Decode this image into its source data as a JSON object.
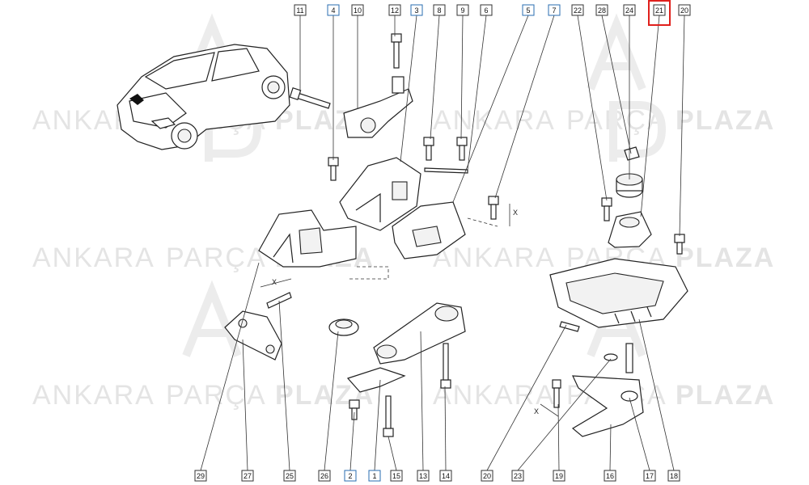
{
  "watermark": {
    "brand_regular": "ANKARA",
    "brand_light": "PARÇA",
    "brand_bold": "PLAZA",
    "logo_letters": "AP"
  },
  "callouts_top": [
    "11",
    "4",
    "10",
    "12",
    "3",
    "8",
    "9",
    "6",
    "5",
    "7",
    "22",
    "28",
    "24",
    "21",
    "20"
  ],
  "callouts_bottom": [
    "29",
    "27",
    "25",
    "26",
    "2",
    "1",
    "15",
    "13",
    "14",
    "20",
    "23",
    "19",
    "16",
    "17",
    "18"
  ],
  "highlighted_callout": "21",
  "dimension_marker": "X",
  "colors": {
    "selection": "#e0201c",
    "callout_border_blue": "#2a6db0"
  }
}
